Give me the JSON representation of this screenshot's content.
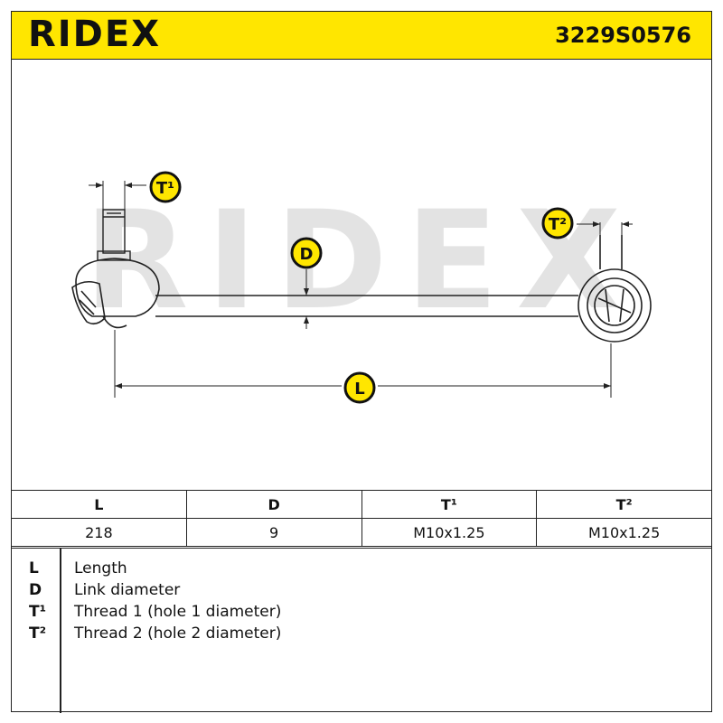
{
  "header": {
    "brand": "RIDEX",
    "part_number": "3229S0576",
    "background_color": "#ffe600"
  },
  "drawing": {
    "watermark": "RIDEX",
    "labels": {
      "t1": "T¹",
      "t2": "T²",
      "d": "D",
      "l": "L"
    },
    "badge_color": "#ffe600"
  },
  "spec_table": {
    "headers": [
      "L",
      "D",
      "T¹",
      "T²"
    ],
    "values": [
      "218",
      "9",
      "M10x1.25",
      "M10x1.25"
    ]
  },
  "legend": [
    {
      "key": "L",
      "desc": "Length"
    },
    {
      "key": "D",
      "desc": "Link diameter"
    },
    {
      "key": "T¹",
      "desc": "Thread 1 (hole 1 diameter)"
    },
    {
      "key": "T²",
      "desc": "Thread 2 (hole 2 diameter)"
    }
  ]
}
